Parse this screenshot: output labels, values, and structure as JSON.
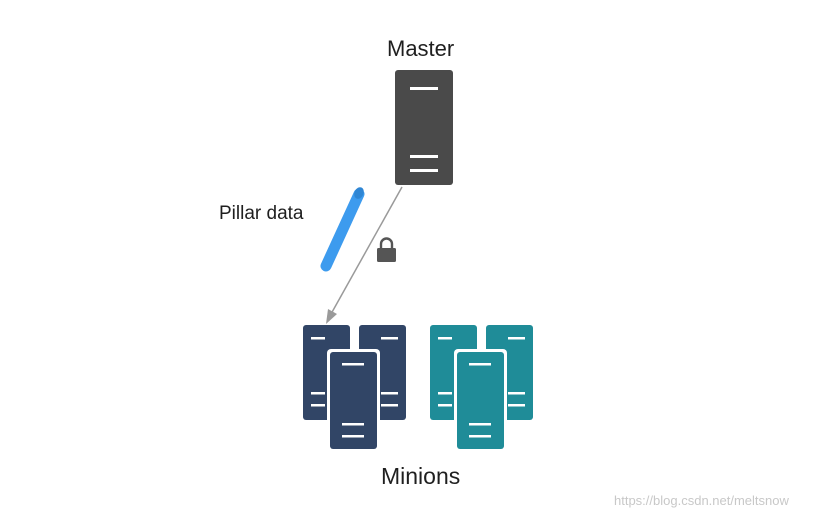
{
  "labels": {
    "master": "Master",
    "pillar": "Pillar data",
    "minions": "Minions",
    "watermark": "https://blog.csdn.net/meltsnow"
  },
  "icons": {
    "master": "server-icon",
    "pillar": "pipe-icon",
    "lock": "lock-icon",
    "minion_groups": [
      "server-group-icon",
      "server-group-icon"
    ]
  },
  "colors": {
    "master": "#4a4a4a",
    "pillar": "#3d9bee",
    "arrow": "#9a9a9a",
    "lock": "#555555",
    "minion_group_left": "#314566",
    "minion_group_right": "#1f8c98",
    "server_lines": "#ffffff",
    "text": "#1f1f1f",
    "watermark": "#c8c8c8"
  }
}
